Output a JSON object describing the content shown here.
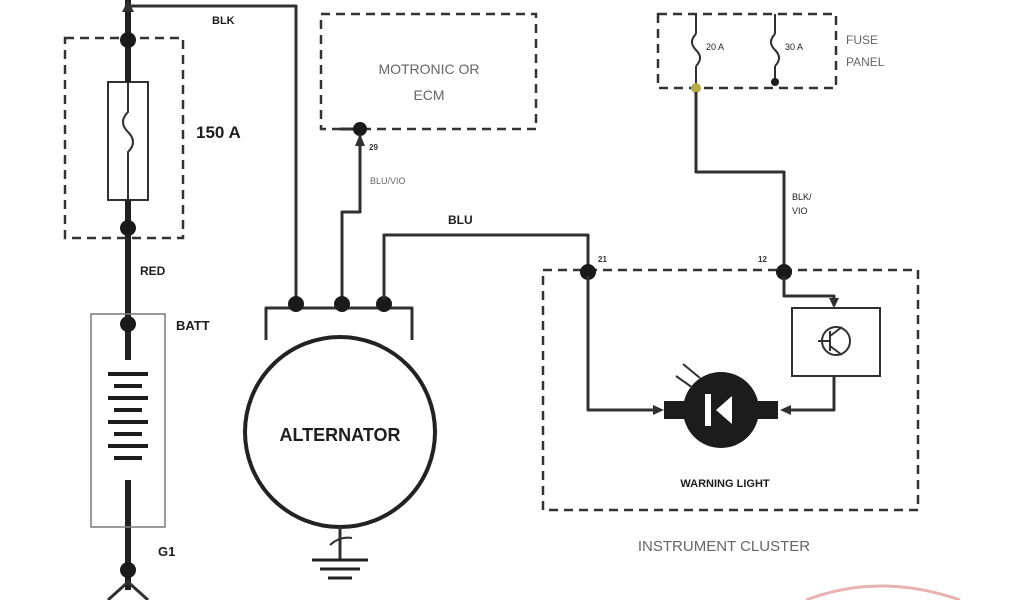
{
  "diagram": {
    "fuse_main_rating": "150 A",
    "fuse_panel": {
      "line1": "FUSE",
      "line2": "PANEL",
      "fuse1_rating": "20 A",
      "fuse2_rating": "30 A"
    },
    "ecm": {
      "line1": "MOTRONIC OR",
      "line2": "ECM",
      "pin": "29"
    },
    "alternator_label": "ALTERNATOR",
    "battery_label": "BATT",
    "ground_label": "G1",
    "cluster": {
      "title": "INSTRUMENT CLUSTER",
      "pin_left": "21",
      "pin_right": "12"
    },
    "warning_light_label": "WARNING LIGHT",
    "wires": {
      "blk": "BLK",
      "red": "RED",
      "blu_vio": "BLU/VIO",
      "blu": "BLU",
      "blk_vio_line1": "BLK/",
      "blk_vio_line2": "VIO"
    }
  }
}
